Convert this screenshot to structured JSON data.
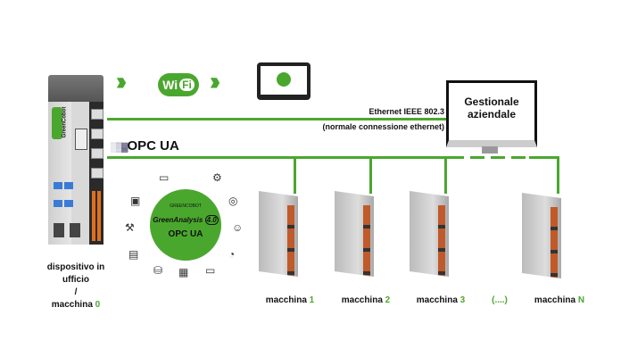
{
  "colors": {
    "accent": "#4aa72e",
    "text": "#111111"
  },
  "office_device": {
    "brand": "GreenCobot",
    "label_lines": [
      "dispositivo in",
      "ufficio",
      "/"
    ],
    "machine_prefix": "macchina",
    "machine_number": "0"
  },
  "wifi": {
    "label_wi": "Wi",
    "label_fi": "Fi"
  },
  "chevrons": "›››",
  "ethernet": {
    "line1": "Ethernet IEEE 802.3",
    "line2": "(normale connessione ethernet)"
  },
  "erp": {
    "line1": "Gestionale",
    "line2": "aziendale"
  },
  "opc": {
    "label": "OPC UA"
  },
  "hub": {
    "brand": "GREENCOBOT",
    "title": "GreenAnalysis",
    "badge": "4.0",
    "opc": "OPC UA"
  },
  "machines": [
    {
      "prefix": "macchina",
      "number": "1"
    },
    {
      "prefix": "macchina",
      "number": "2"
    },
    {
      "prefix": "macchina",
      "number": "3"
    },
    {
      "prefix": "",
      "number": "(....)"
    },
    {
      "prefix": "macchina",
      "number": "N"
    }
  ]
}
